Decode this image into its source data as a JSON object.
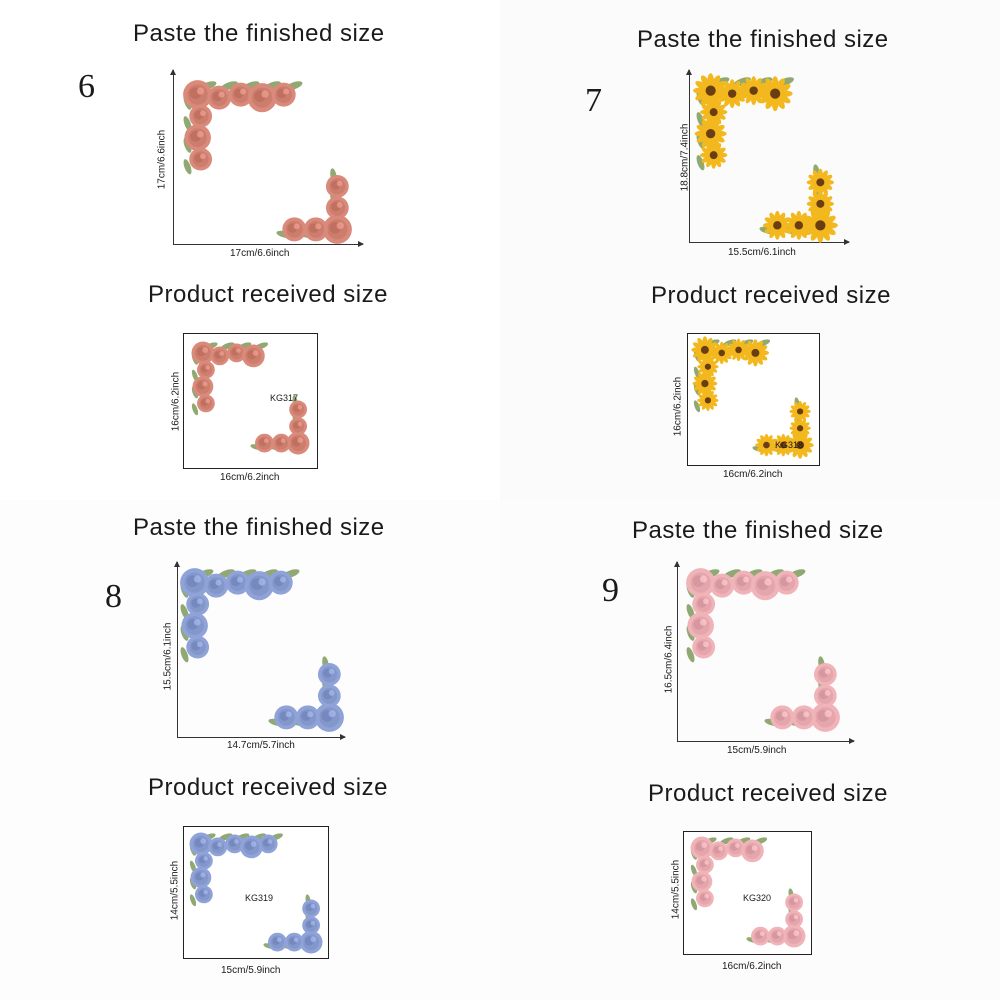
{
  "panels": [
    {
      "number": "6",
      "finished_heading": "Paste the finished size",
      "finished_width": "17cm/6.6inch",
      "finished_height": "17cm/6.6inch",
      "received_heading": "Product received size",
      "received_width": "16cm/6.2inch",
      "received_height": "16cm/6.2inch",
      "code": "KG317",
      "flower": "peony-icon",
      "color": "#d98a7a"
    },
    {
      "number": "7",
      "finished_heading": "Paste the finished size",
      "finished_width": "15.5cm/6.1inch",
      "finished_height": "18.8cm/7.4inch",
      "received_heading": "Product received size",
      "received_width": "16cm/6.2inch",
      "received_height": "16cm/6.2inch",
      "code": "KG318",
      "flower": "sunflower-icon",
      "color": "#f2b81e"
    },
    {
      "number": "8",
      "finished_heading": "Paste the finished size",
      "finished_width": "14.7cm/5.7inch",
      "finished_height": "15.5cm/6.1inch",
      "received_heading": "Product received size",
      "received_width": "15cm/5.9inch",
      "received_height": "14cm/5.5inch",
      "code": "KG319",
      "flower": "blue-rose-icon",
      "color": "#8fa3d8"
    },
    {
      "number": "9",
      "finished_heading": "Paste the finished size",
      "finished_width": "15cm/5.9inch",
      "finished_height": "16.5cm/6.4inch",
      "received_heading": "Product received size",
      "received_width": "16cm/6.2inch",
      "received_height": "14cm/5.5inch",
      "code": "KG320",
      "flower": "pink-rose-icon",
      "color": "#f0b3b8"
    }
  ]
}
